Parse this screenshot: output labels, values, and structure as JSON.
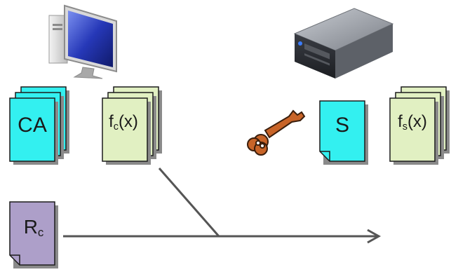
{
  "documents": {
    "ca": {
      "text": "CA",
      "color": "#33f0f0"
    },
    "client_function": {
      "main": "f",
      "sub": "c",
      "suffix": "(x)",
      "color": "#e1f0c2"
    },
    "server_secret": {
      "text": "S",
      "color": "#33f0f0"
    },
    "server_function": {
      "main": "f",
      "sub": "s",
      "suffix": "(x)",
      "color": "#e1f0c2"
    },
    "client_random": {
      "main": "R",
      "sub": "c",
      "color": "#ad9fc9"
    }
  },
  "icons": {
    "client": "desktop-computer-icon",
    "server": "server-icon",
    "key": "key-icon"
  },
  "colors": {
    "line": "#555555",
    "doc_outline": "#1c1c1c",
    "doc_shadow": "#8a8a8a",
    "key": "#c86428"
  }
}
